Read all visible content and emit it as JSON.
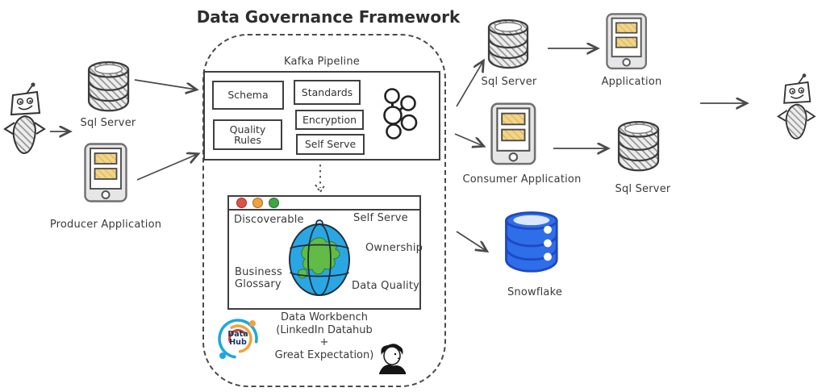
{
  "title": "Data Governance Framework",
  "pipeline": {
    "label": "Kafka Pipeline",
    "schema": "Schema",
    "standards": "Standards",
    "quality_rules": "Quality Rules",
    "encryption": "Encryption",
    "self_serve": "Self Serve"
  },
  "workbench": {
    "discoverable": "Discoverable",
    "self_serve": "Self Serve",
    "ownership": "Ownership",
    "business_glossary": "Business Glossary",
    "data_quality": "Data Quality",
    "caption1": "Data Workbench",
    "caption2": "(LinkedIn Datahub",
    "caption3": "+",
    "caption4": "Great Expectation)",
    "logo_line1": "Data",
    "logo_line2": "Hub"
  },
  "left": {
    "sql_server": "Sql Server",
    "producer": "Producer Application"
  },
  "right": {
    "sql_server_top": "Sql Server",
    "application": "Application",
    "consumer": "Consumer Application",
    "sql_server": "Sql Server",
    "snowflake": "Snowflake"
  },
  "icons": {
    "robot_left": "robot-icon",
    "robot_right": "robot-icon",
    "database": "database-cylinder-icon",
    "phone": "mobile-app-icon",
    "kafka": "kafka-molecule-icon",
    "globe": "globe-icon",
    "datahub": "datahub-logo-icon",
    "gentleman": "great-expectations-face-icon",
    "snowflake_db": "snowflake-database-icon",
    "traffic_dots": "window-traffic-light-icons"
  },
  "colors": {
    "ink": "#3a3a3a",
    "screen_yellow": "#f2d488",
    "snowflake_blue": "#2e6ee8",
    "globe_blue": "#2aa7e3",
    "land_green": "#63bb47",
    "dot_red": "#df5148",
    "dot_yellow": "#eea33b",
    "dot_green": "#41a447",
    "datahub_blue": "#1ca7e0",
    "datahub_orange": "#f0a23c",
    "datahub_red": "#c44536"
  }
}
